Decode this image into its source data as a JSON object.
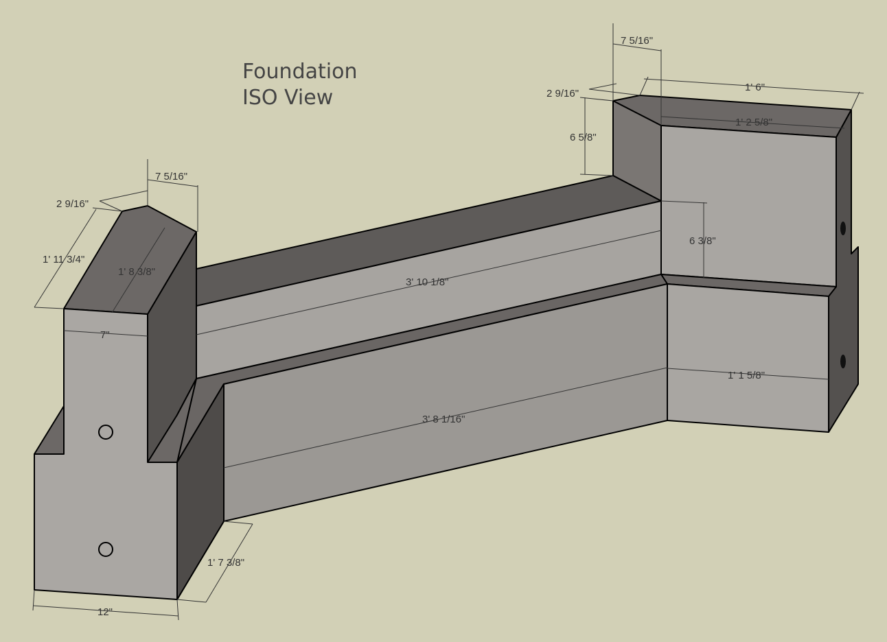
{
  "title": {
    "line1": "Foundation",
    "line2": "ISO View"
  },
  "colors": {
    "background": "#d2d0b6",
    "face_light": "#a9a6a2",
    "face_mid": "#9a9793",
    "face_dark": "#54514f",
    "face_top": "#6c6866",
    "edge": "#000000",
    "dimension": "#333333"
  },
  "dimensions": {
    "left_top_offset": "7 5/16\"",
    "left_chamfer": "2 9/16\"",
    "left_height": "1' 11 3/4\"",
    "left_inner_height": "1' 8 3/8\"",
    "left_width": "7\"",
    "beam_upper_length": "3' 10 1/8\"",
    "beam_lower_length": "3' 8 1/16\"",
    "base_depth": "1' 7 3/8\"",
    "base_width": "12\"",
    "right_top_offset": "7 5/16\"",
    "right_chamfer": "2 9/16\"",
    "right_riser": "6 5/8\"",
    "right_length": "1' 6\"",
    "right_inner_length": "1' 2 5/8\"",
    "step_height": "6 3/8\"",
    "right_lower_length": "1' 1 5/8\""
  }
}
